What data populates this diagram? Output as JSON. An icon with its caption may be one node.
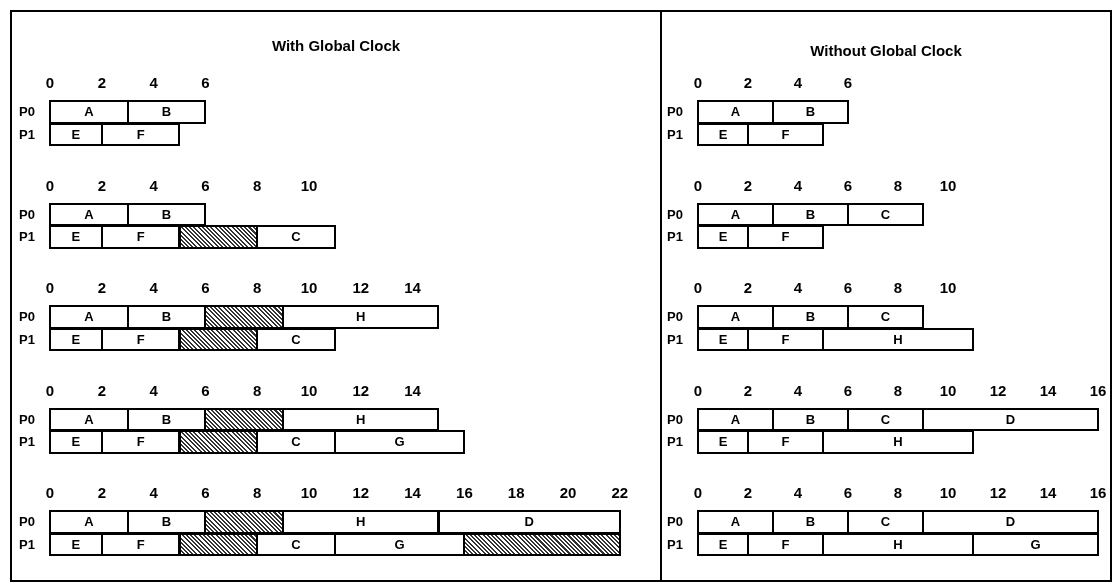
{
  "diagram": {
    "nodes": [
      {
        "text": [
          "With Global Clock"
        ]
      },
      {
        "text": [
          "A"
        ],
        "in": 0
      },
      {
        "text": [
          "B"
        ],
        "in": 0
      },
      {
        "text": [
          "E"
        ],
        "in": 0
      },
      {
        "text": [
          "F"
        ],
        "in": 0
      },
      {
        "text": [
          "A"
        ],
        "in": 0
      },
      {
        "text": [
          "B"
        ],
        "in": 0
      },
      {
        "text": [
          "E"
        ],
        "in": 0
      },
      {
        "text": [
          "F"
        ],
        "in": 0
      },
      {
        "text": [],
        "shape": "box",
        "in": 0
      },
      {
        "text": [
          "C"
        ],
        "in": 0
      },
      {
        "text": [
          "A"
        ],
        "in": 0
      },
      {
        "text": [
          "B"
        ],
        "in": 0
      },
      {
        "text": [],
        "shape": "box",
        "in": 0
      },
      {
        "text": [
          "H"
        ],
        "in": 0
      },
      {
        "text": [
          "E"
        ],
        "in": 0
      },
      {
        "text": [
          "F"
        ],
        "in": 0
      },
      {
        "text": [],
        "shape": "box",
        "in": 0
      },
      {
        "text": [
          "C"
        ],
        "in": 0
      },
      {
        "text": [
          "A"
        ],
        "in": 0
      },
      {
        "text": [
          "B"
        ],
        "in": 0
      },
      {
        "text": [],
        "shape": "box",
        "in": 0
      },
      {
        "text": [
          "H"
        ],
        "in": 0
      },
      {
        "text": [
          "E"
        ],
        "in": 0
      },
      {
        "text": [
          "F"
        ],
        "in": 0
      },
      {
        "text": [],
        "shape": "box",
        "in": 0
      },
      {
        "text": [
          "C"
        ],
        "in": 0
      },
      {
        "text": [
          "G"
        ],
        "in": 0
      },
      {
        "text": [
          "A"
        ],
        "in": 0
      },
      {
        "text": [
          "B"
        ],
        "in": 0
      },
      {
        "text": [],
        "shape": "box",
        "in": 0
      },
      {
        "text": [
          "H"
        ],
        "in": 0
      },
      {
        "text": [
          "D"
        ],
        "in": 0
      },
      {
        "text": [
          "E"
        ],
        "in": 0
      },
      {
        "text": [
          "F"
        ],
        "in": 0
      },
      {
        "text": [],
        "shape": "box",
        "in": 0
      },
      {
        "text": [
          "C"
        ],
        "in": 0
      },
      {
        "text": [
          "G"
        ],
        "in": 0
      },
      {
        "text": [],
        "shape": "box",
        "in": 0
      },
      {
        "text": [
          "Without Global Clock"
        ]
      },
      {
        "text": [
          "A"
        ],
        "in": 39
      },
      {
        "text": [
          "B"
        ],
        "in": 39
      },
      {
        "text": [
          "E"
        ],
        "in": 39
      },
      {
        "text": [
          "F"
        ],
        "in": 39
      },
      {
        "text": [
          "A"
        ],
        "in": 39
      },
      {
        "text": [
          "B"
        ],
        "in": 39
      },
      {
        "text": [
          "C"
        ],
        "in": 39
      },
      {
        "text": [
          "E"
        ],
        "in": 39
      },
      {
        "text": [
          "F"
        ],
        "in": 39
      },
      {
        "text": [
          "A"
        ],
        "in": 39
      },
      {
        "text": [
          "B"
        ],
        "in": 39
      },
      {
        "text": [
          "C"
        ],
        "in": 39
      },
      {
        "text": [
          "E"
        ],
        "in": 39
      },
      {
        "text": [
          "F"
        ],
        "in": 39
      },
      {
        "text": [
          "H"
        ],
        "in": 39
      },
      {
        "text": [
          "A"
        ],
        "in": 39
      },
      {
        "text": [
          "B"
        ],
        "in": 39
      },
      {
        "text": [
          "C"
        ],
        "in": 39
      },
      {
        "text": [
          "D"
        ],
        "in": 39
      },
      {
        "text": [
          "E"
        ],
        "in": 39
      },
      {
        "text": [
          "F"
        ],
        "in": 39
      },
      {
        "text": [
          "H"
        ],
        "in": 39
      },
      {
        "text": [
          "A"
        ],
        "in": 39
      },
      {
        "text": [
          "B"
        ],
        "in": 39
      },
      {
        "text": [
          "C"
        ],
        "in": 39
      },
      {
        "text": [
          "D"
        ],
        "in": 39
      },
      {
        "text": [
          "E"
        ],
        "in": 39
      },
      {
        "text": [
          "F"
        ],
        "in": 39
      },
      {
        "text": [
          "H"
        ],
        "in": 39
      },
      {
        "text": [
          "G"
        ],
        "in": 39
      }
    ],
    "edges": [],
    "labels": [
      "0",
      "2",
      "4",
      "6",
      "P0",
      "P1",
      "0",
      "2",
      "4",
      "6",
      "8",
      "10",
      "P0",
      "P1",
      "0",
      "2",
      "4",
      "6",
      "8",
      "10",
      "12",
      "14",
      "P0",
      "P1",
      "0",
      "2",
      "4",
      "6",
      "8",
      "10",
      "12",
      "14",
      "P0",
      "P1",
      "0",
      "2",
      "4",
      "6",
      "8",
      "10",
      "12",
      "14",
      "16",
      "18",
      "20",
      "22",
      "P0",
      "P1",
      "0",
      "2",
      "4",
      "6",
      "P0",
      "P1",
      "0",
      "2",
      "4",
      "6",
      "8",
      "10",
      "P0",
      "P1",
      "0",
      "2",
      "4",
      "6",
      "8",
      "10",
      "P0",
      "P1",
      "0",
      "2",
      "4",
      "6",
      "8",
      "10",
      "12",
      "14",
      "16",
      "P0",
      "P1",
      "0",
      "2",
      "4",
      "6",
      "8",
      "10",
      "12",
      "14",
      "16",
      "P0",
      "P1"
    ]
  }
}
